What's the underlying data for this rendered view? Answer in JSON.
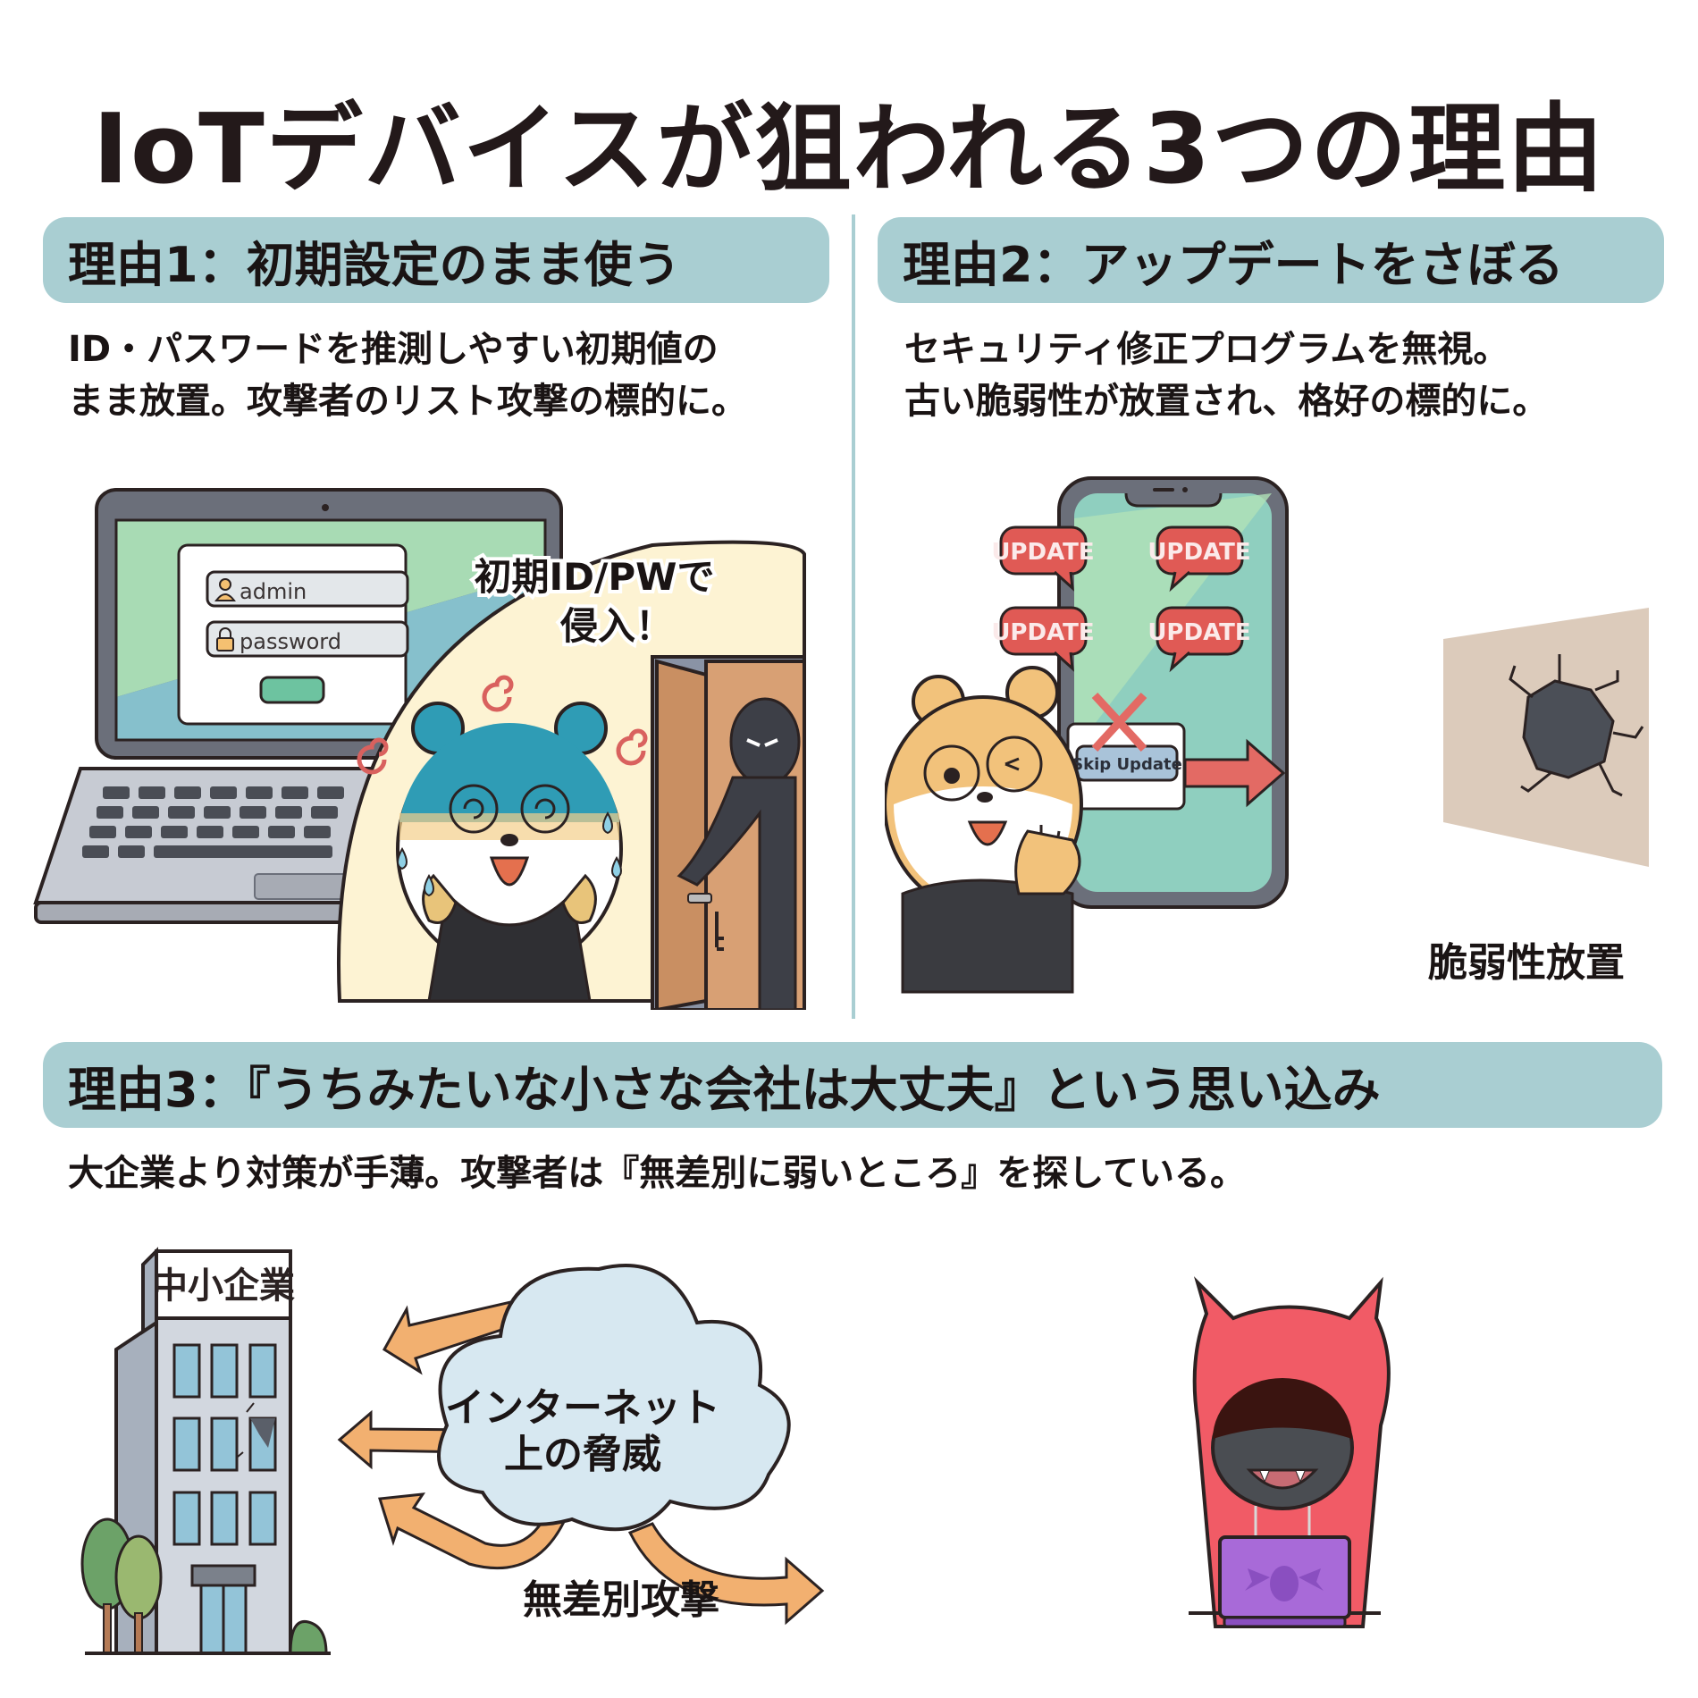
{
  "title": "IoTデバイスが狙われる3つの理由",
  "reason1": {
    "heading": "理由1：初期設定のまま使う",
    "description_line1": "ID・パスワードを推測しやすい初期値の",
    "description_line2": "まま放置。攻撃者のリスト攻撃の標的に。",
    "illustration": {
      "username_field": "admin",
      "password_field": "password",
      "callout": "初期ID/PWで侵入！",
      "callout_line1": "初期ID/PWで",
      "callout_line2": "侵入！",
      "icons": [
        "user-icon",
        "lock-icon"
      ]
    }
  },
  "reason2": {
    "heading": "理由2：アップデートをさぼる",
    "description_line1": "セキュリティ修正プログラムを無視。",
    "description_line2": "古い脆弱性が放置され、格好の標的に。",
    "illustration": {
      "update_bubbles": [
        "UPDATE",
        "UPDATE",
        "UPDATE",
        "UPDATE"
      ],
      "skip_button": "Skip Update",
      "wall_label": "脆弱性放置"
    }
  },
  "reason3": {
    "heading": "理由3：『うちみたいな小さな会社は大丈夫』という思い込み",
    "description": "大企業より対策が手薄。攻撃者は『無差別に弱いところ』を探している。",
    "illustration": {
      "building_sign": "中小企業",
      "cloud_line1": "インターネット",
      "cloud_line2": "上の脅威",
      "arrow_label": "無差別攻撃"
    }
  },
  "colors": {
    "header_bg": "#a9ced2",
    "text": "#1a1414",
    "update_red": "#e05a55",
    "arrow_orange": "#f2b070",
    "hacker_red": "#f15b66",
    "laptop_purple": "#a86ad8"
  }
}
